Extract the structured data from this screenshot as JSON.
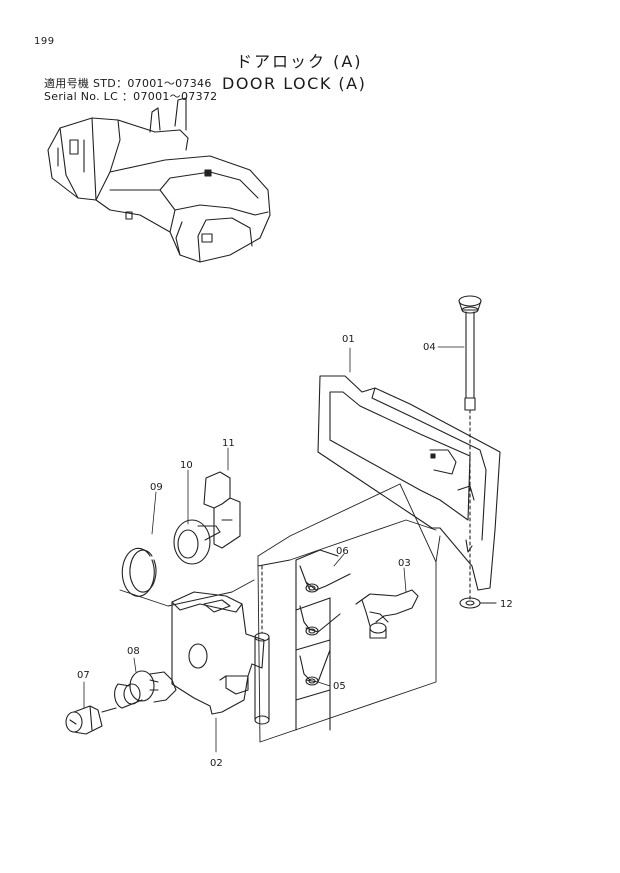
{
  "header": {
    "page_number": "199",
    "title_jp": "ドアロック (A)",
    "title_en": "DOOR LOCK (A)",
    "serial_line1": "適用号機 STD：07001～07346",
    "serial_line2": "Serial No. LC ：07001～07372"
  },
  "callouts": {
    "c01": "01",
    "c02": "02",
    "c03": "03",
    "c04": "04",
    "c05": "05",
    "c06": "06",
    "c07": "07",
    "c08": "08",
    "c09": "09",
    "c10": "10",
    "c11": "11",
    "c12": "12"
  }
}
